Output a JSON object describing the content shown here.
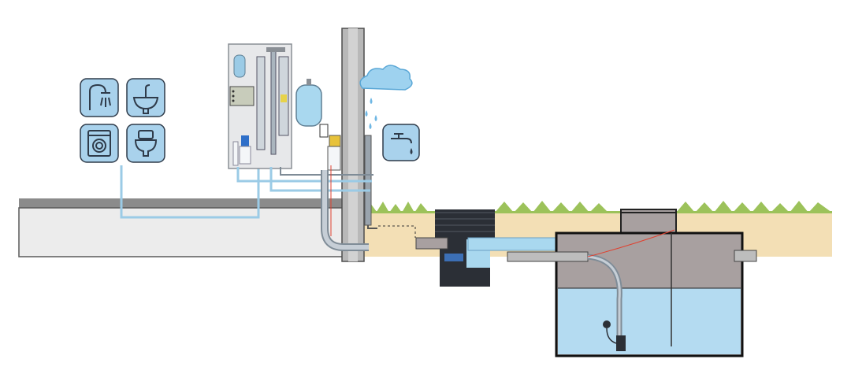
{
  "diagram": {
    "fixtures": [
      {
        "name": "shower",
        "icon": "shower-icon"
      },
      {
        "name": "washbasin",
        "icon": "washbasin-icon"
      },
      {
        "name": "washing machine",
        "icon": "washing-machine-icon"
      },
      {
        "name": "toilet",
        "icon": "toilet-icon"
      }
    ],
    "garden_tap_icon": "garden-tap-icon",
    "rain_icon": "rain-cloud-icon",
    "controller_display": "",
    "colors": {
      "fixture_tile": "#a9d2ec",
      "fixture_border": "#2f3b4a",
      "panel": "#e7e8ea",
      "pipe_blue": "#9bcbe6",
      "pipe_dark": "#7f8c97",
      "wall": "#b8b8b8",
      "ground_sand": "#f3dfb5",
      "grass": "#9cc25a",
      "tank_air": "#a8a0a0",
      "tank_water": "#b4dbf1",
      "filter_box": "#2b2f36",
      "cloud": "#9ed2ef",
      "drop": "#6fb7e4",
      "red_wire": "#e0402f"
    }
  }
}
